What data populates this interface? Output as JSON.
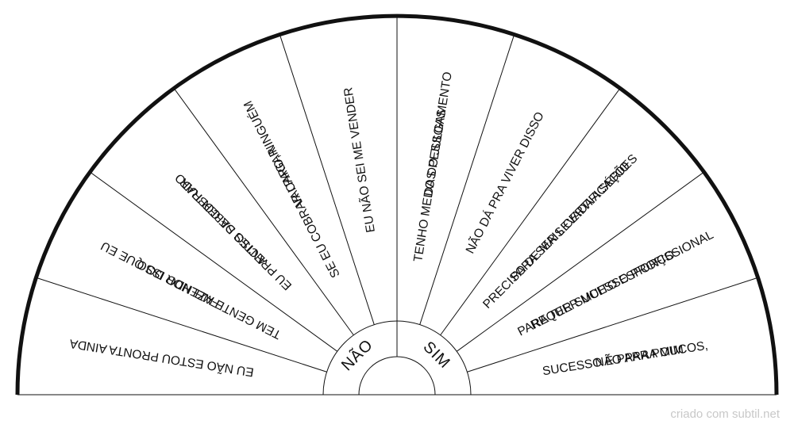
{
  "hub": {
    "left_label": "NÃO",
    "right_label": "SIM"
  },
  "segments": [
    {
      "lines": [
        "EU NÃO ESTOU PRONTA AINDA"
      ]
    },
    {
      "lines": [
        "TEM GENTE MELHOR DO QUE EU",
        "FAZENDO ISSO"
      ]
    },
    {
      "lines": [
        "EU PRECISO SABER TUDO",
        "ANTES DE COBRAR"
      ]
    },
    {
      "lines": [
        "SE EU COBRAR CARO, NINGUÉM",
        "VAI PAGAR"
      ]
    },
    {
      "lines": [
        "EU NÃO SEI ME VENDER"
      ]
    },
    {
      "lines": [
        "TENHO MEDO DO JULGAMENTO",
        "DAS PESSOAS"
      ]
    },
    {
      "lines": [
        "NÃO DÁ PRA VIVER DISSO"
      ]
    },
    {
      "lines": [
        "PRECISO DE MAIS CERTIFICAÇÕES",
        "PARA SER LEVADA A SÉRIO"
      ]
    },
    {
      "lines": [
        "REQUER MUITO ESFORÇO",
        "PARA TER SUCESSO PROFISSIONAL"
      ]
    },
    {
      "lines": [
        "SUCESSO É PARA POUCOS,",
        "NÃO PARA MIM"
      ]
    }
  ],
  "credit": "criado com subtil.net",
  "colors": {
    "ink": "#111111",
    "credit": "#c8c8c8",
    "background": "#ffffff"
  }
}
